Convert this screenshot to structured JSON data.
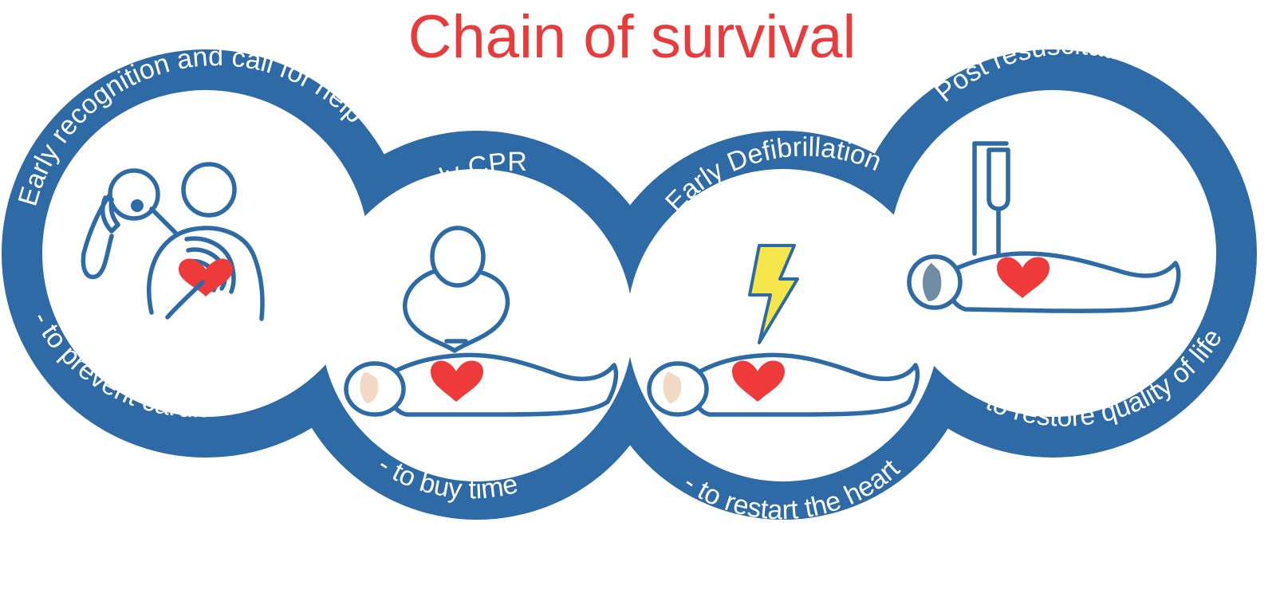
{
  "title": "Chain of survival",
  "colors": {
    "title": "#e83b3b",
    "ring": "#2d6aa6",
    "heart": "#ee3a3a",
    "bolt": "#f7e64a",
    "skin": "#f2d9c4",
    "patient_face": "#6f8ea3"
  },
  "links": [
    {
      "name": "Early recognition and call for help",
      "outcome": "- to prevent cardiac arrest",
      "icon": "rescuer-calling-phone-icon"
    },
    {
      "name": "Early CPR",
      "outcome": "- to buy time",
      "icon": "cpr-compressions-icon"
    },
    {
      "name": "Early Defibrillation",
      "outcome": "- to restart the heart",
      "icon": "defibrillation-shock-icon"
    },
    {
      "name": "Post resuscitation care",
      "outcome": "- to restore quality of life",
      "icon": "iv-drip-patient-icon"
    }
  ]
}
